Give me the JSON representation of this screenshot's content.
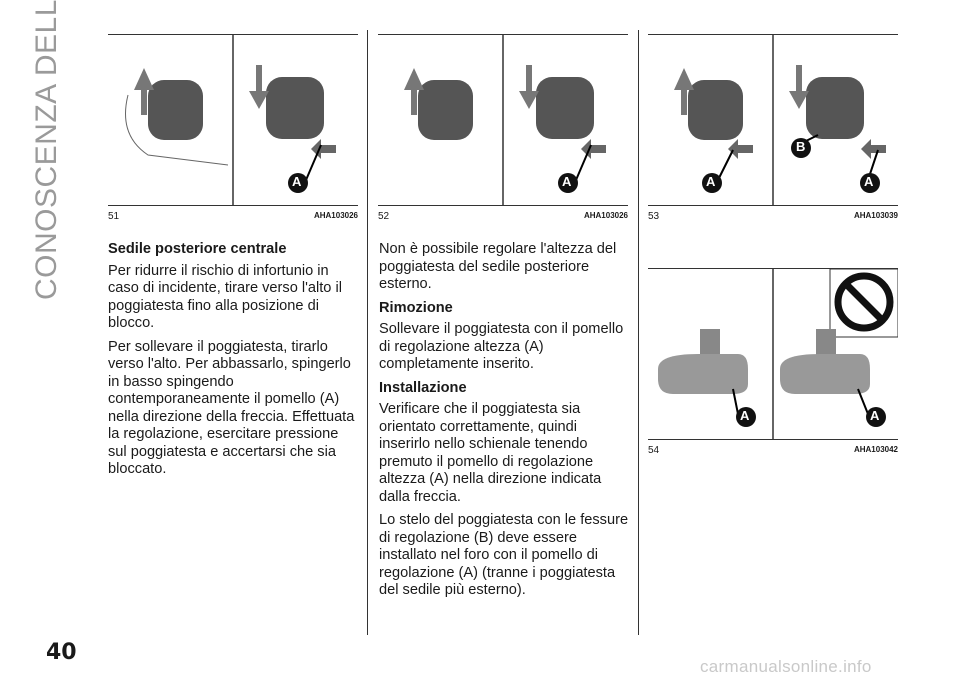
{
  "side_title": "CONOSCENZA DELLA VETTURA",
  "page_number": "40",
  "figures": [
    {
      "num": "51",
      "code": "AHA103026",
      "labels": [
        "A"
      ]
    },
    {
      "num": "52",
      "code": "AHA103026",
      "labels": [
        "A"
      ]
    },
    {
      "num": "53",
      "code": "AHA103039",
      "labels": [
        "A",
        "B",
        "A"
      ]
    },
    {
      "num": "54",
      "code": "AHA103042",
      "labels": [
        "A",
        "A"
      ]
    }
  ],
  "col1": {
    "heading": "Sedile posteriore centrale",
    "p1": "Per ridurre il rischio di infortunio in caso di incidente, tirare verso l'alto il poggiatesta fino alla posizione di blocco.",
    "p2": "Per sollevare il poggiatesta, tirarlo verso l'alto. Per abbassarlo, spingerlo in basso spingendo contemporaneamente il pomello (A) nella direzione della freccia. Effettuata la regolazione, esercitare pressione sul poggiatesta e accertarsi che sia bloccato."
  },
  "col2": {
    "p1": "Non è possibile regolare l'altezza del poggiatesta del sedile posteriore esterno.",
    "h_rimozione": "Rimozione",
    "p2": "Sollevare il poggiatesta con il pomello di regolazione altezza (A) completamente inserito.",
    "h_installazione": "Installazione",
    "p3": "Verificare che il poggiatesta sia orientato correttamente, quindi inserirlo nello schienale tenendo premuto il pomello di regolazione altezza (A) nella direzione indicata dalla freccia.",
    "p4": "Lo stelo del poggiatesta con le fessure di regolazione (B) deve essere installato nel foro con il pomello di regolazione (A) (tranne i poggiatesta del sedile più esterno)."
  },
  "footer": "carmanualsonline.info"
}
